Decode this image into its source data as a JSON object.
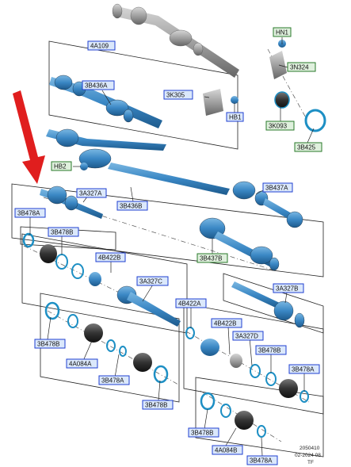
{
  "colors": {
    "part_blue": "#3a87c4",
    "part_blue_light": "#7ab7e2",
    "part_blue_dark": "#1d5a8c",
    "part_grey": "#9a9a9a",
    "label_blue_stroke": "#1f3fd0",
    "label_blue_fill": "#dbe8fb",
    "label_green_stroke": "#2a7a2a",
    "label_green_fill": "#dff0dd",
    "arrow_red": "#e01e1e"
  },
  "labels": {
    "hn1": "HN1",
    "n324": "3N324",
    "a109": "4A109",
    "b436a": "3B436A",
    "k305": "3K305",
    "hb1": "HB1",
    "k093": "3K093",
    "b425": "3B425",
    "hb2": "HB2",
    "a327a": "3A327A",
    "b437a": "3B437A",
    "b436b": "3B436B",
    "b478a_1": "3B478A",
    "b478b_1": "3B478B",
    "b437b": "3B437B",
    "b422b_1": "4B422B",
    "a327c": "3A327C",
    "a327b": "3A327B",
    "b422a": "4B422A",
    "b478b_2": "3B478B",
    "b422b_2": "4B422B",
    "a327d": "3A327D",
    "b478b_3": "3B478B",
    "a084a": "4A084A",
    "b478a_2": "3B478A",
    "b478a_3": "3B478A",
    "b478b_4": "3B478B",
    "b478b_5": "3B478B",
    "a084b": "4A084B",
    "b478a_4": "3B478A"
  },
  "footer": {
    "code": "2050410",
    "date": "02-2024 08",
    "initials": "TF"
  }
}
